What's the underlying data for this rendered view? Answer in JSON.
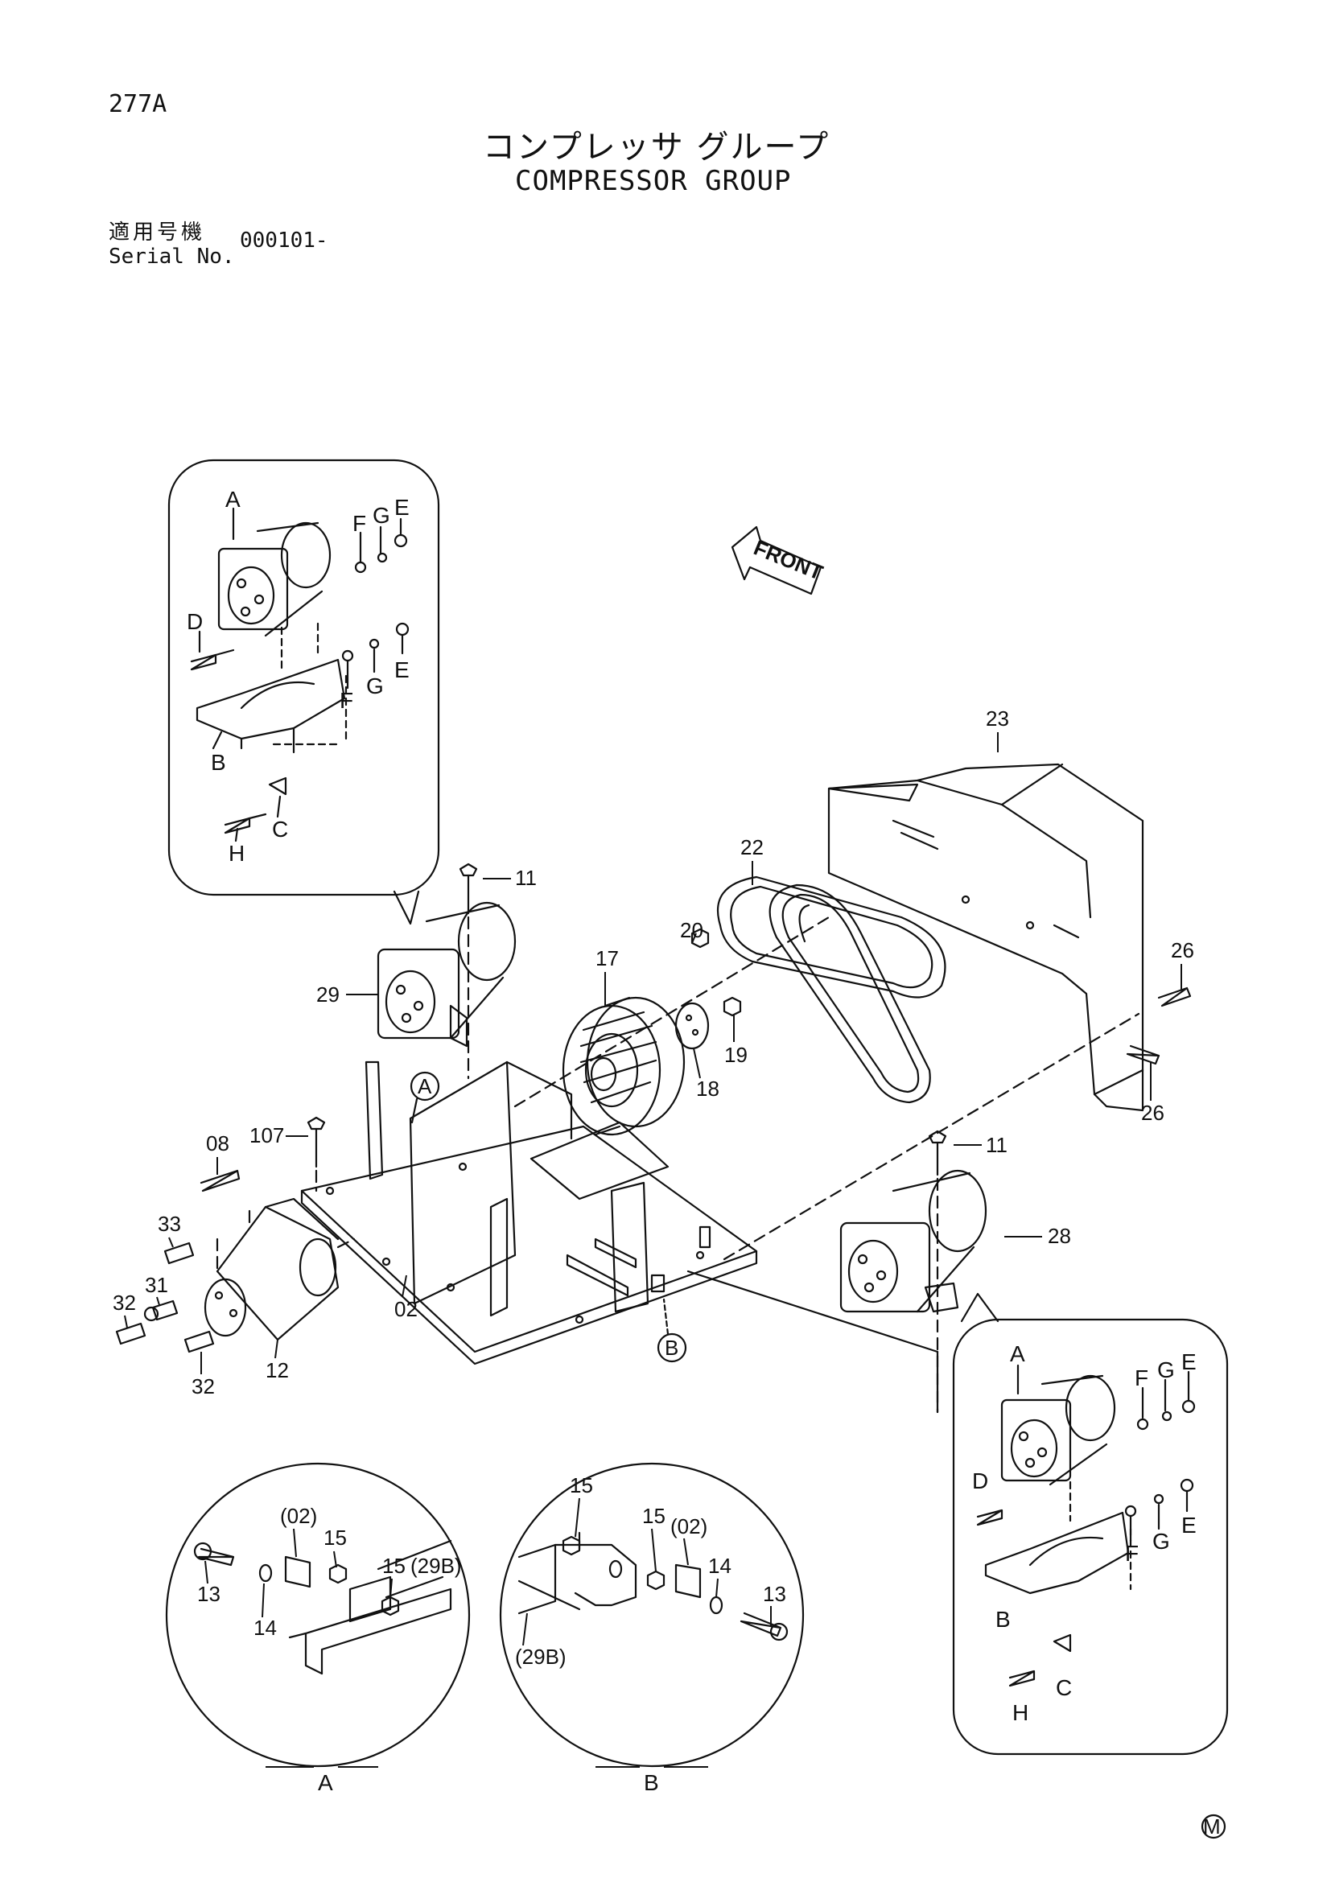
{
  "header": {
    "page_number": "277A",
    "title_jp": "コンプレッサ グループ",
    "title_en": "COMPRESSOR GROUP",
    "serial_label_jp": "適用号機",
    "serial_label_en": "Serial No.",
    "serial_value": "000101-"
  },
  "front_arrow_label": "FRONT",
  "detail_letters": {
    "A": "A",
    "B": "B",
    "C": "C",
    "D": "D",
    "E": "E",
    "F": "F",
    "G": "G",
    "H": "H"
  },
  "part_numbers": {
    "p02": "02",
    "p08": "08",
    "p11": "11",
    "p12": "12",
    "p13": "13",
    "p14": "14",
    "p15": "15",
    "p17": "17",
    "p18": "18",
    "p19": "19",
    "p20": "20",
    "p22": "22",
    "p23": "23",
    "p26": "26",
    "p28": "28",
    "p29": "29",
    "p31": "31",
    "p32": "32",
    "p33": "33",
    "p107": "107"
  },
  "detail_refs": {
    "p02_ref": "(02)",
    "p29b_ref": "(29B)"
  },
  "footer_mark": "M"
}
